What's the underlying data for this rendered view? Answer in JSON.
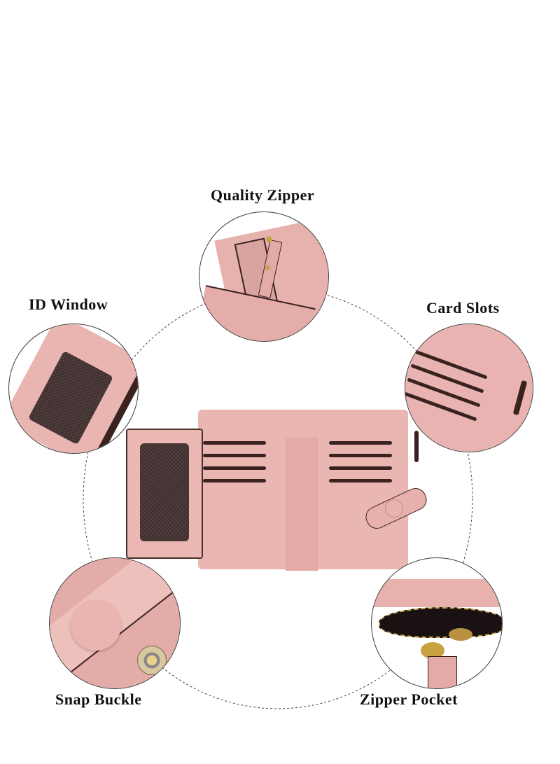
{
  "infographic": {
    "subject": "pink bifold wallet",
    "colors": {
      "leather": "#e8b3b0",
      "leather_dark": "#d89c99",
      "slot": "#3a2220",
      "id_window": "#3c2a29",
      "gold": "#c9a24a",
      "outline": "#3a3a3a"
    },
    "features": [
      {
        "id": "quality-zipper",
        "label": "Quality Zipper"
      },
      {
        "id": "id-window",
        "label": "ID Window"
      },
      {
        "id": "card-slots",
        "label": "Card Slots"
      },
      {
        "id": "snap-buckle",
        "label": "Snap Buckle"
      },
      {
        "id": "zipper-pocket",
        "label": "Zipper Pocket"
      }
    ]
  }
}
